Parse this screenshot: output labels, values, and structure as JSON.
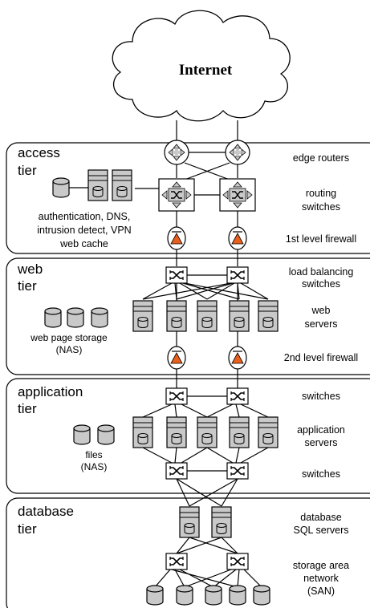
{
  "cloud": {
    "title": "Internet"
  },
  "tiers": {
    "access": {
      "line1": "access",
      "line2": "tier"
    },
    "web": {
      "line1": "web",
      "line2": "tier"
    },
    "application": {
      "line1": "application",
      "line2": "tier"
    },
    "database": {
      "line1": "database",
      "line2": "tier"
    }
  },
  "labels": {
    "edge_routers": "edge routers",
    "routing_switches_1": "routing",
    "routing_switches_2": "switches",
    "firewall1": "1st level firewall",
    "lb_1": "load balancing",
    "lb_2": "switches",
    "web_servers_1": "web",
    "web_servers_2": "servers",
    "firewall2": "2nd level firewall",
    "app_switches_top": "switches",
    "app_servers_1": "application",
    "app_servers_2": "servers",
    "app_switches_bottom": "switches",
    "db_servers_1": "database",
    "db_servers_2": "SQL servers",
    "san_1": "storage area",
    "san_2": "network",
    "san_3": "(SAN)",
    "access_services_1": "authentication, DNS,",
    "access_services_2": "intrusion detect, VPN",
    "access_services_3": "web cache",
    "web_storage_1": "web page storage",
    "web_storage_2": "(NAS)",
    "app_files_1": "files",
    "app_files_2": "(NAS)"
  },
  "colors": {
    "device_fill": "#c9c9c9",
    "firewall_triangle": "#e8601c",
    "tier_border": "#000000",
    "line": "#000000"
  }
}
